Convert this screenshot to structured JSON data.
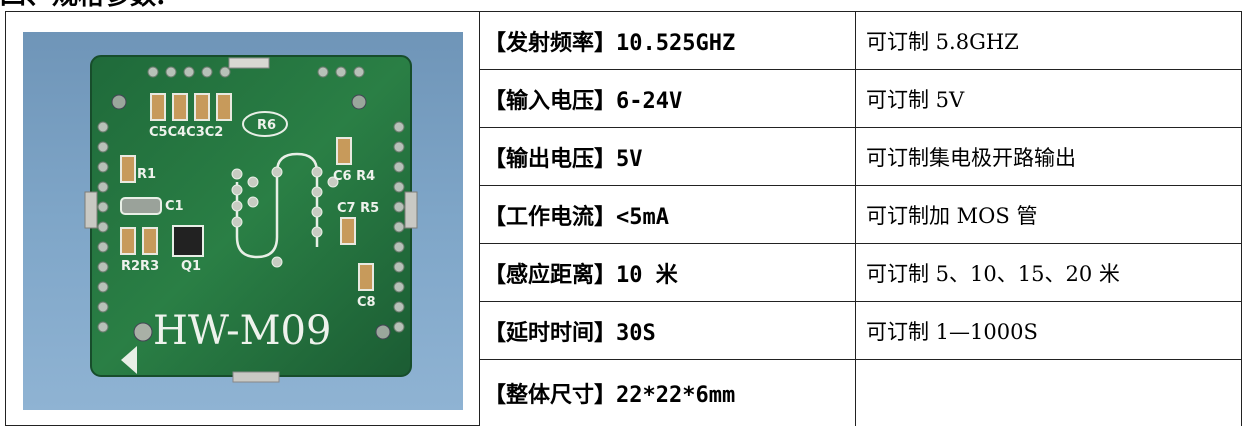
{
  "heading": "四、规格参数:",
  "product_label": "HW-M09",
  "pcb_labels": {
    "r6": "R6",
    "c5c4c3c2": "C5C4C3C2",
    "r1": "R1",
    "c6r4": "C6 R4",
    "c1": "C1",
    "c7r5": "C7 R5",
    "r2r3": "R2R3",
    "q1": "Q1",
    "c8": "C8"
  },
  "specs": [
    {
      "key": "【发射频率】10.525GHZ",
      "value": "可订制 5.8GHZ"
    },
    {
      "key": "【输入电压】6-24V",
      "value": "可订制 5V"
    },
    {
      "key": "【输出电压】5V",
      "value": "可订制集电极开路输出"
    },
    {
      "key": "【工作电流】<5mA",
      "value": "可订制加 MOS 管"
    },
    {
      "key": "【感应距离】10 米",
      "value": "可订制 5、10、15、20 米"
    },
    {
      "key": "【延时时间】30S",
      "value": "可订制 1—1000S"
    },
    {
      "key": "【整体尺寸】22*22*6mm",
      "value": ""
    }
  ]
}
